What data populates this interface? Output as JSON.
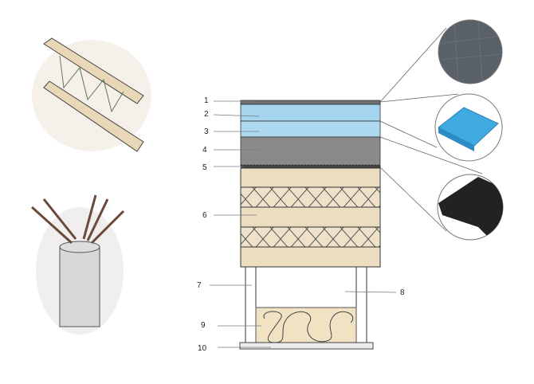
{
  "labels": [
    "1",
    "2",
    "3",
    "4",
    "5",
    "6",
    "7",
    "8",
    "9",
    "10"
  ],
  "colors": {
    "membrane": "#6f6f6f",
    "insulation_blue": "#a9d6ef",
    "screed": "#8a8a8a",
    "timber": "#ecdcc0",
    "mineral_wool": "#f1e2c4",
    "base": "#ececec",
    "foam_blue": "#3fa9e0"
  },
  "sketches": [
    "timber-i-joist-sketch",
    "timber-column-sketch"
  ],
  "detail_views": [
    "membrane-texture-detail",
    "blue-foam-board-detail",
    "acoustic-mat-detail"
  ]
}
